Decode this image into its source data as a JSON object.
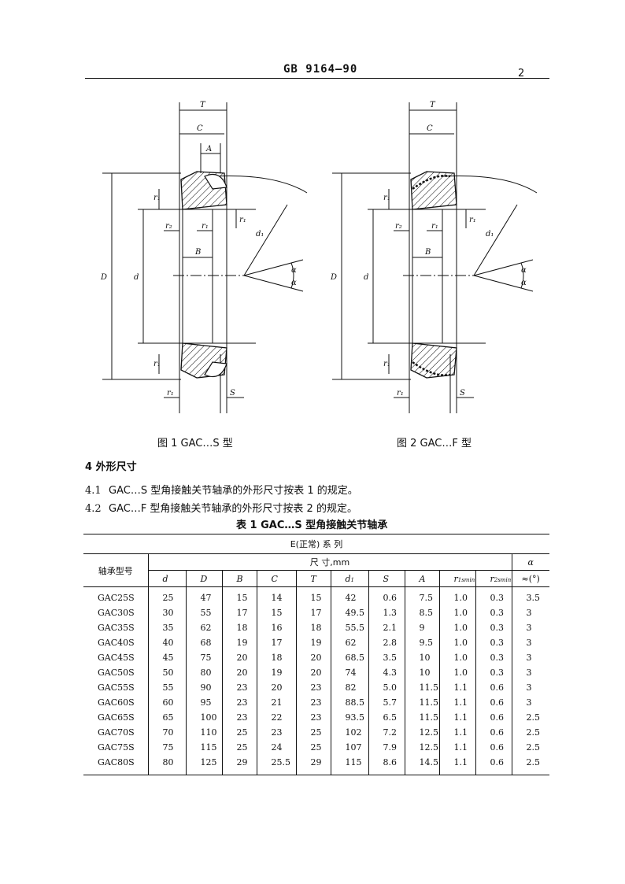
{
  "header": {
    "code": "GB 9164—90",
    "page_number": "2"
  },
  "figures": [
    {
      "caption": "图 1  GAC…S 型"
    },
    {
      "caption": "图 2  GAC…F 型"
    }
  ],
  "figure_labels": {
    "T": "T",
    "C": "C",
    "A": "A",
    "B": "B",
    "D": "D",
    "d": "d",
    "r1": "r₁",
    "r2": "r₂",
    "d1": "d₁",
    "S": "S",
    "alpha": "α"
  },
  "section": {
    "heading": "4  外形尺寸"
  },
  "paragraphs": [
    {
      "num": "4.1",
      "text": "GAC…S 型角接触关节轴承的外形尺寸按表 1 的规定。"
    },
    {
      "num": "4.2",
      "text": "GAC…F 型角接触关节轴承的外形尺寸按表 2 的规定。"
    }
  ],
  "table": {
    "title": "表 1  GAC…S 型角接触关节轴承",
    "series_label": "E(正常)    系    列",
    "model_header": "轴承型号",
    "dimension_header": "尺    寸,mm",
    "alpha_header": "α",
    "alpha_unit": "≈(°)",
    "columns": [
      "d",
      "D",
      "B",
      "C",
      "T",
      "d1",
      "S",
      "A",
      "r1smin",
      "r2smin"
    ],
    "rows": [
      [
        "GAC25S",
        "25",
        "47",
        "15",
        "14",
        "15",
        "42",
        "0.6",
        "7.5",
        "1.0",
        "0.3",
        "3.5"
      ],
      [
        "GAC30S",
        "30",
        "55",
        "17",
        "15",
        "17",
        "49.5",
        "1.3",
        "8.5",
        "1.0",
        "0.3",
        "3"
      ],
      [
        "GAC35S",
        "35",
        "62",
        "18",
        "16",
        "18",
        "55.5",
        "2.1",
        "9",
        "1.0",
        "0.3",
        "3"
      ],
      [
        "GAC40S",
        "40",
        "68",
        "19",
        "17",
        "19",
        "62",
        "2.8",
        "9.5",
        "1.0",
        "0.3",
        "3"
      ],
      [
        "GAC45S",
        "45",
        "75",
        "20",
        "18",
        "20",
        "68.5",
        "3.5",
        "10",
        "1.0",
        "0.3",
        "3"
      ],
      [
        "GAC50S",
        "50",
        "80",
        "20",
        "19",
        "20",
        "74",
        "4.3",
        "10",
        "1.0",
        "0.3",
        "3"
      ],
      [
        "GAC55S",
        "55",
        "90",
        "23",
        "20",
        "23",
        "82",
        "5.0",
        "11.5",
        "1.1",
        "0.6",
        "3"
      ],
      [
        "GAC60S",
        "60",
        "95",
        "23",
        "21",
        "23",
        "88.5",
        "5.7",
        "11.5",
        "1.1",
        "0.6",
        "3"
      ],
      [
        "GAC65S",
        "65",
        "100",
        "23",
        "22",
        "23",
        "93.5",
        "6.5",
        "11.5",
        "1.1",
        "0.6",
        "2.5"
      ],
      [
        "GAC70S",
        "70",
        "110",
        "25",
        "23",
        "25",
        "102",
        "7.2",
        "12.5",
        "1.1",
        "0.6",
        "2.5"
      ],
      [
        "GAC75S",
        "75",
        "115",
        "25",
        "24",
        "25",
        "107",
        "7.9",
        "12.5",
        "1.1",
        "0.6",
        "2.5"
      ],
      [
        "GAC80S",
        "80",
        "125",
        "29",
        "25.5",
        "29",
        "115",
        "8.6",
        "14.5",
        "1.1",
        "0.6",
        "2.5"
      ]
    ]
  }
}
